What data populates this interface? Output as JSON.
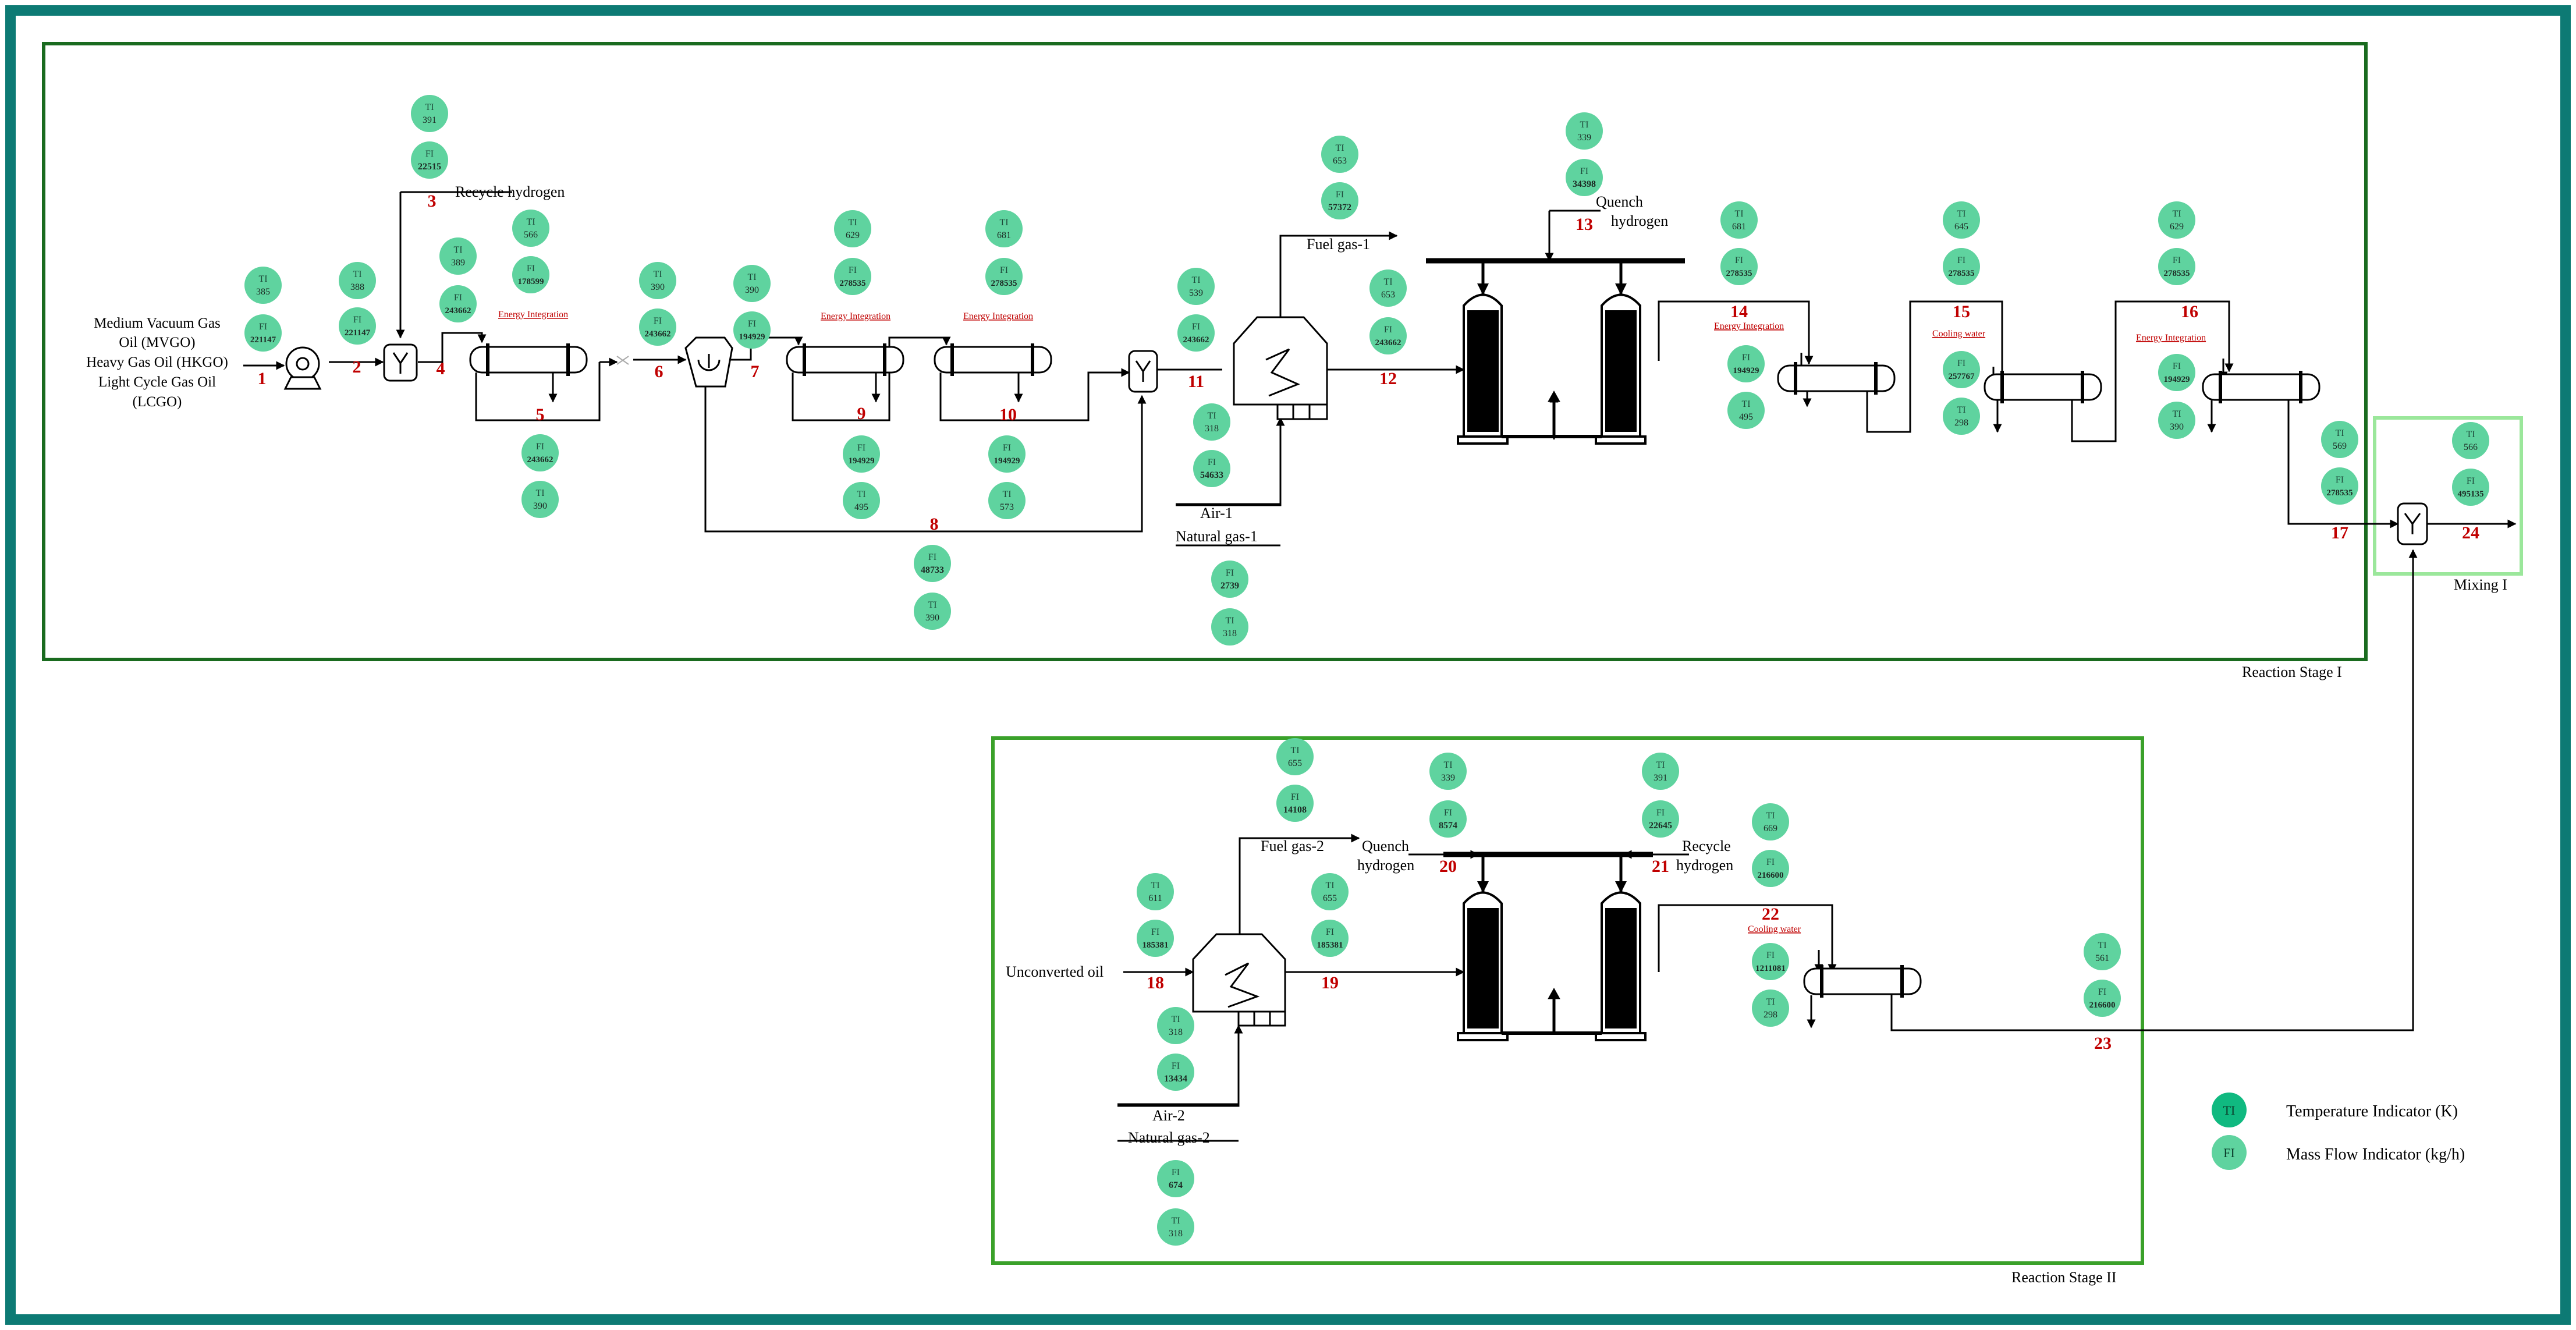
{
  "labels": {
    "feed": [
      "Medium Vacuum Gas",
      "Oil (MVGO)",
      "Heavy Gas Oil (HKGO)",
      "Light Cycle Gas Oil",
      "(LCGO)"
    ],
    "recycle_hydrogen": "Recycle hydrogen",
    "fuel_gas_1": "Fuel gas-1",
    "quench_hydrogen_1": [
      "Quench",
      "hydrogen"
    ],
    "air_1": "Air-1",
    "natural_gas_1": "Natural gas-1",
    "reaction_stage_1": "Reaction Stage I",
    "mixing_1": "Mixing I",
    "fuel_gas_2": "Fuel gas-2",
    "quench_hydrogen_2": [
      "Quench",
      "hydrogen"
    ],
    "recycle_hydrogen_2": [
      "Recycle",
      "hydrogen"
    ],
    "unconverted_oil": "Unconverted oil",
    "air_2": "Air-2",
    "natural_gas_2": "Natural gas-2",
    "reaction_stage_2": "Reaction Stage II",
    "energy_integration": "Energy Integration",
    "cooling_water": "Cooling water"
  },
  "legend": {
    "ti_symbol": "TI",
    "ti_text": "Temperature Indicator (K)",
    "fi_symbol": "FI",
    "fi_text": "Mass Flow Indicator (kg/h)"
  },
  "stream_numbers": [
    "1",
    "2",
    "3",
    "4",
    "5",
    "6",
    "7",
    "8",
    "9",
    "10",
    "11",
    "12",
    "13",
    "14",
    "15",
    "16",
    "17",
    "18",
    "19",
    "20",
    "21",
    "22",
    "23",
    "24"
  ],
  "indicators": [
    {
      "tag": "TI",
      "value": "385"
    },
    {
      "tag": "FI",
      "value": "221147"
    },
    {
      "tag": "TI",
      "value": "388"
    },
    {
      "tag": "FI",
      "value": "221147"
    },
    {
      "tag": "TI",
      "value": "391"
    },
    {
      "tag": "FI",
      "value": "22515"
    },
    {
      "tag": "TI",
      "value": "389"
    },
    {
      "tag": "FI",
      "value": "243662"
    },
    {
      "tag": "TI",
      "value": "566"
    },
    {
      "tag": "FI",
      "value": "178599"
    },
    {
      "tag": "FI",
      "value": "243662"
    },
    {
      "tag": "TI",
      "value": "390"
    },
    {
      "tag": "TI",
      "value": "390"
    },
    {
      "tag": "FI",
      "value": "243662"
    },
    {
      "tag": "TI",
      "value": "390"
    },
    {
      "tag": "FI",
      "value": "194929"
    },
    {
      "tag": "TI",
      "value": "629"
    },
    {
      "tag": "FI",
      "value": "278535"
    },
    {
      "tag": "FI",
      "value": "194929"
    },
    {
      "tag": "TI",
      "value": "495"
    },
    {
      "tag": "TI",
      "value": "681"
    },
    {
      "tag": "FI",
      "value": "278535"
    },
    {
      "tag": "FI",
      "value": "194929"
    },
    {
      "tag": "TI",
      "value": "573"
    },
    {
      "tag": "FI",
      "value": "48733"
    },
    {
      "tag": "TI",
      "value": "390"
    },
    {
      "tag": "TI",
      "value": "539"
    },
    {
      "tag": "FI",
      "value": "243662"
    },
    {
      "tag": "TI",
      "value": "318"
    },
    {
      "tag": "FI",
      "value": "54633"
    },
    {
      "tag": "FI",
      "value": "2739"
    },
    {
      "tag": "TI",
      "value": "318"
    },
    {
      "tag": "TI",
      "value": "653"
    },
    {
      "tag": "FI",
      "value": "57372"
    },
    {
      "tag": "TI",
      "value": "653"
    },
    {
      "tag": "FI",
      "value": "243662"
    },
    {
      "tag": "TI",
      "value": "339"
    },
    {
      "tag": "FI",
      "value": "34398"
    },
    {
      "tag": "TI",
      "value": "681"
    },
    {
      "tag": "FI",
      "value": "278535"
    },
    {
      "tag": "FI",
      "value": "194929"
    },
    {
      "tag": "TI",
      "value": "495"
    },
    {
      "tag": "TI",
      "value": "645"
    },
    {
      "tag": "FI",
      "value": "278535"
    },
    {
      "tag": "FI",
      "value": "257767"
    },
    {
      "tag": "TI",
      "value": "298"
    },
    {
      "tag": "TI",
      "value": "629"
    },
    {
      "tag": "FI",
      "value": "278535"
    },
    {
      "tag": "FI",
      "value": "194929"
    },
    {
      "tag": "TI",
      "value": "390"
    },
    {
      "tag": "TI",
      "value": "569"
    },
    {
      "tag": "FI",
      "value": "278535"
    },
    {
      "tag": "TI",
      "value": "566"
    },
    {
      "tag": "FI",
      "value": "495135"
    },
    {
      "tag": "TI",
      "value": "611"
    },
    {
      "tag": "FI",
      "value": "185381"
    },
    {
      "tag": "TI",
      "value": "318"
    },
    {
      "tag": "FI",
      "value": "13434"
    },
    {
      "tag": "FI",
      "value": "674"
    },
    {
      "tag": "TI",
      "value": "318"
    },
    {
      "tag": "TI",
      "value": "655"
    },
    {
      "tag": "FI",
      "value": "14108"
    },
    {
      "tag": "TI",
      "value": "655"
    },
    {
      "tag": "FI",
      "value": "185381"
    },
    {
      "tag": "TI",
      "value": "339"
    },
    {
      "tag": "FI",
      "value": "8574"
    },
    {
      "tag": "TI",
      "value": "391"
    },
    {
      "tag": "FI",
      "value": "22645"
    },
    {
      "tag": "TI",
      "value": "669"
    },
    {
      "tag": "FI",
      "value": "216600"
    },
    {
      "tag": "FI",
      "value": "1211081"
    },
    {
      "tag": "TI",
      "value": "298"
    },
    {
      "tag": "TI",
      "value": "561"
    },
    {
      "tag": "FI",
      "value": "216600"
    }
  ],
  "colors": {
    "outer_border": "#0d7a74",
    "stage_border": "#1a6b1f",
    "stage2_border": "#3aa12a",
    "mixing_border": "#9be79b",
    "indicator_fill": "#5fd39f",
    "legend_ti_fill": "#10b980",
    "stream_number": "#c00000"
  }
}
